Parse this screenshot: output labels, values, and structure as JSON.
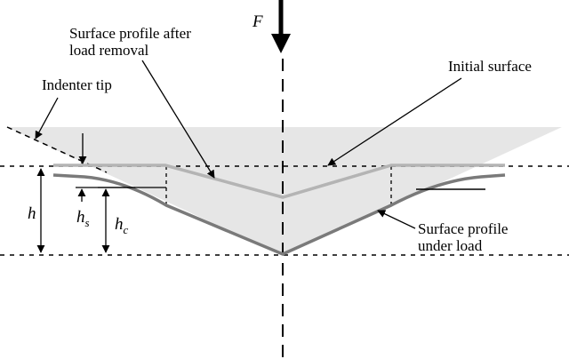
{
  "labels": {
    "force": "F",
    "surface_after_removal_line1": "Surface profile after",
    "surface_after_removal_line2": "load removal",
    "initial_surface": "Initial surface",
    "indenter_tip": "Indenter tip",
    "h_symbol": "h",
    "hs_symbol": "h",
    "hs_subscript": "s",
    "hc_symbol": "h",
    "hc_subscript": "c",
    "surface_under_load_line1": "Surface profile",
    "surface_under_load_line2": "under load"
  },
  "colors": {
    "indenter_fill": "#e6e6e6",
    "surface_after_removal": "#b4b4b4",
    "surface_under_load": "#7a7a7a",
    "ink": "#000000"
  }
}
